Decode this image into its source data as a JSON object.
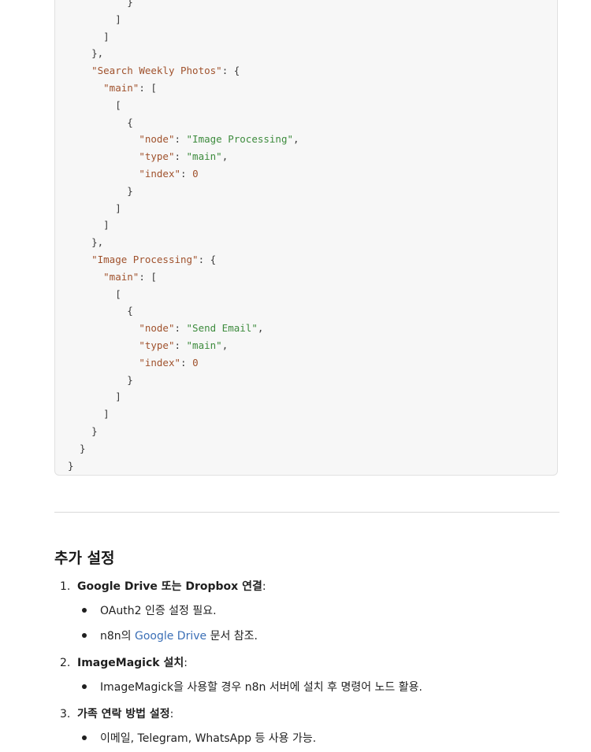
{
  "code": {
    "lines": [
      [
        {
          "t": "          }",
          "c": "punc"
        }
      ],
      [
        {
          "t": "        ]",
          "c": "punc"
        }
      ],
      [
        {
          "t": "      ]",
          "c": "punc"
        }
      ],
      [
        {
          "t": "    },",
          "c": "punc"
        }
      ],
      [
        {
          "t": "    ",
          "c": "punc"
        },
        {
          "t": "\"Search Weekly Photos\"",
          "c": "key"
        },
        {
          "t": ": {",
          "c": "punc"
        }
      ],
      [
        {
          "t": "      ",
          "c": "punc"
        },
        {
          "t": "\"main\"",
          "c": "key"
        },
        {
          "t": ": [",
          "c": "punc"
        }
      ],
      [
        {
          "t": "        [",
          "c": "punc"
        }
      ],
      [
        {
          "t": "          {",
          "c": "punc"
        }
      ],
      [
        {
          "t": "            ",
          "c": "punc"
        },
        {
          "t": "\"node\"",
          "c": "key"
        },
        {
          "t": ": ",
          "c": "punc"
        },
        {
          "t": "\"Image Processing\"",
          "c": "str"
        },
        {
          "t": ",",
          "c": "punc"
        }
      ],
      [
        {
          "t": "            ",
          "c": "punc"
        },
        {
          "t": "\"type\"",
          "c": "key"
        },
        {
          "t": ": ",
          "c": "punc"
        },
        {
          "t": "\"main\"",
          "c": "str"
        },
        {
          "t": ",",
          "c": "punc"
        }
      ],
      [
        {
          "t": "            ",
          "c": "punc"
        },
        {
          "t": "\"index\"",
          "c": "key"
        },
        {
          "t": ": ",
          "c": "punc"
        },
        {
          "t": "0",
          "c": "num"
        }
      ],
      [
        {
          "t": "          }",
          "c": "punc"
        }
      ],
      [
        {
          "t": "        ]",
          "c": "punc"
        }
      ],
      [
        {
          "t": "      ]",
          "c": "punc"
        }
      ],
      [
        {
          "t": "    },",
          "c": "punc"
        }
      ],
      [
        {
          "t": "    ",
          "c": "punc"
        },
        {
          "t": "\"Image Processing\"",
          "c": "key"
        },
        {
          "t": ": {",
          "c": "punc"
        }
      ],
      [
        {
          "t": "      ",
          "c": "punc"
        },
        {
          "t": "\"main\"",
          "c": "key"
        },
        {
          "t": ": [",
          "c": "punc"
        }
      ],
      [
        {
          "t": "        [",
          "c": "punc"
        }
      ],
      [
        {
          "t": "          {",
          "c": "punc"
        }
      ],
      [
        {
          "t": "            ",
          "c": "punc"
        },
        {
          "t": "\"node\"",
          "c": "key"
        },
        {
          "t": ": ",
          "c": "punc"
        },
        {
          "t": "\"Send Email\"",
          "c": "str"
        },
        {
          "t": ",",
          "c": "punc"
        }
      ],
      [
        {
          "t": "            ",
          "c": "punc"
        },
        {
          "t": "\"type\"",
          "c": "key"
        },
        {
          "t": ": ",
          "c": "punc"
        },
        {
          "t": "\"main\"",
          "c": "str"
        },
        {
          "t": ",",
          "c": "punc"
        }
      ],
      [
        {
          "t": "            ",
          "c": "punc"
        },
        {
          "t": "\"index\"",
          "c": "key"
        },
        {
          "t": ": ",
          "c": "punc"
        },
        {
          "t": "0",
          "c": "num"
        }
      ],
      [
        {
          "t": "          }",
          "c": "punc"
        }
      ],
      [
        {
          "t": "        ]",
          "c": "punc"
        }
      ],
      [
        {
          "t": "      ]",
          "c": "punc"
        }
      ],
      [
        {
          "t": "    }",
          "c": "punc"
        }
      ],
      [
        {
          "t": "  }",
          "c": "punc"
        }
      ],
      [
        {
          "t": "}",
          "c": "punc"
        }
      ]
    ]
  },
  "section": {
    "title": "추가 설정",
    "items": [
      {
        "number": "1.",
        "title": "Google Drive 또는 Dropbox 연결",
        "suffix": ":",
        "bullets": [
          {
            "before": "OAuth2 인증 설정 필요.",
            "link": "",
            "after": ""
          },
          {
            "before": "n8n의 ",
            "link": "Google Drive",
            "after": " 문서 참조."
          }
        ]
      },
      {
        "number": "2.",
        "title": "ImageMagick 설치",
        "suffix": ":",
        "bullets": [
          {
            "before": "ImageMagick을 사용할 경우 n8n 서버에 설치 후 명령어 노드 활용.",
            "link": "",
            "after": ""
          }
        ]
      },
      {
        "number": "3.",
        "title": "가족 연락 방법 설정",
        "suffix": ":",
        "bullets": [
          {
            "before": "이메일, Telegram, WhatsApp 등 사용 가능.",
            "link": "",
            "after": ""
          }
        ]
      }
    ]
  },
  "colors": {
    "key": "#a0522d",
    "string": "#3d8b3d",
    "link": "#3b6fb6"
  }
}
